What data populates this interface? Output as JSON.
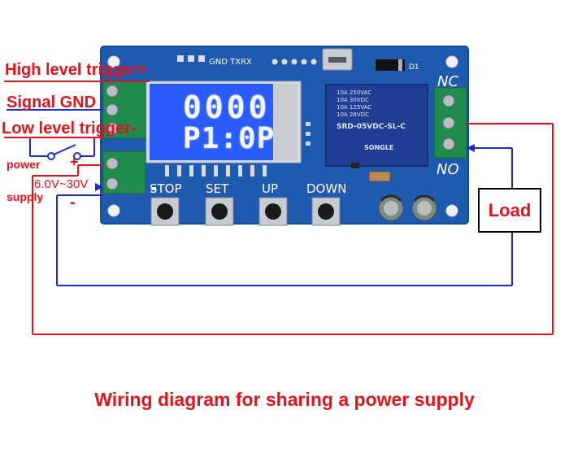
{
  "labels": {
    "high_level": "High level trigger+",
    "signal_gnd": "Signal GND",
    "low_level": "Low level trigger-",
    "power": "power",
    "supply": "supply",
    "plus": "+",
    "minus": "-",
    "voltage": "6.0V~30V"
  },
  "board": {
    "header_silk": "GND TXRX",
    "d1": "D1",
    "nc": "NC",
    "no": "NO",
    "buttons": [
      "STOP",
      "SET",
      "UP",
      "DOWN"
    ]
  },
  "lcd": {
    "line1": "0000",
    "line2": "P1:0P"
  },
  "relay": {
    "brand": "SONGLE",
    "model": "SRD-05VDC-SL-C",
    "ratings_left": [
      "10A 250VAC",
      "10A 30VDC",
      "10A 125VAC",
      "10A 28VDC"
    ]
  },
  "load": "Load",
  "caption": "Wiring diagram for sharing a power supply",
  "colors": {
    "wire_red": "#e0141b",
    "wire_blue": "#1a2bd1",
    "pcb": "#1e5bb0",
    "lcd": "#2a5bff"
  }
}
